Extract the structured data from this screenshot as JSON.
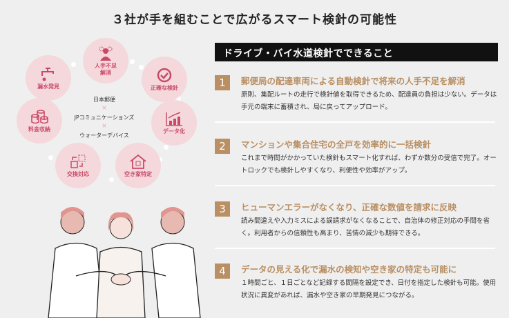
{
  "title": "３社が手を組むことで広がるスマート検針の可能性",
  "ring": {
    "items": [
      {
        "label": "人手不足\n解消",
        "icon": "people-icon"
      },
      {
        "label": "正確な検針",
        "icon": "check-circle-icon"
      },
      {
        "label": "データ化",
        "icon": "bar-chart-icon"
      },
      {
        "label": "空き家特定",
        "icon": "house-icon"
      },
      {
        "label": "交換対応",
        "icon": "swap-icon"
      },
      {
        "label": "料金収納",
        "icon": "coins-icon"
      },
      {
        "label": "漏水発見",
        "icon": "faucet-icon"
      }
    ],
    "center": [
      "日本郵便",
      "×",
      "JPコミュニケーションズ",
      "×",
      "ウォーターデバイス"
    ]
  },
  "colors": {
    "accent": "#b98f63",
    "pink": "#c94a68",
    "circle": "#f4d8dc"
  },
  "banner": "ドライブ・バイ水道検針でできること",
  "items": [
    {
      "num": "1",
      "heading": "郵便局の配達車両による自動検針で将来の人手不足を解消",
      "text": "原則、集配ルートの走行で検針値を取得できるため、配達員の負担は少ない。データは手元の端末に蓄積され、局に戻ってアップロード。"
    },
    {
      "num": "2",
      "heading": "マンションや集合住宅の全戸を効率的に一括検針",
      "text": "これまで時間がかかっていた検針もスマート化すれば、わずか数分の受信で完了。オートロックでも検針しやすくなり、利便性や効率がアップ。"
    },
    {
      "num": "3",
      "heading": "ヒューマンエラーがなくなり、正確な数値を請求に反映",
      "text": "読み間違えや入力ミスによる誤請求がなくなることで、自治体の修正対応の手間を省く。利用者からの信頼性も高まり、苦情の減少も期待できる。"
    },
    {
      "num": "4",
      "heading": "データの見える化で漏水の検知や空き家の特定も可能に",
      "text": "１時間ごと、１日ごとなど記録する間隔を設定でき、日付を指定した検針も可能。使用状況に異変があれば、漏水や空き家の早期発見につながる。"
    }
  ]
}
